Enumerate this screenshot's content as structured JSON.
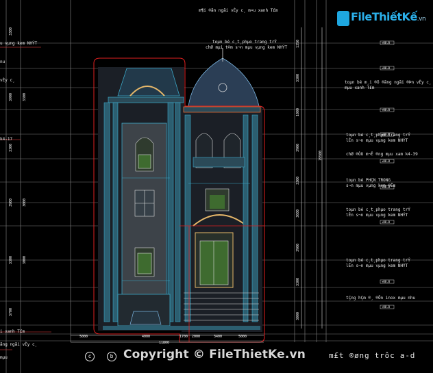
{
  "watermark": {
    "logo_text": "FileThiếtKế",
    "logo_domain": ".vn",
    "copyright": "Copyright © FileThietKe.vn"
  },
  "drawing": {
    "sheet_title": "m£t ®øng trôc a-d",
    "top_note": "m¶i ®ãn ngãi vÈy c¸ m¤u xanh T£m",
    "notes_right": [
      "toµn bé c¸t¸phµo trang trÝ",
      "chØ mµi t©m s¬n mµu vµng kem NHÝT",
      "toµn bé m¸i ®õ ®ãng ngãi ®Þn vÈy c¸",
      "mµu xanh T£m",
      "toµn bé c¸t¸phµo trang trÝ",
      "lÊn s¬n mµu vµng kem NHÝT",
      "chØ ®ÒU m¬Ê ®ng mµu xam k4-39",
      "toµn bé PHÇN TRONG",
      "s¬n mµu vµng kem ®Ëm",
      "toµn bé c¸t¸phµo trang trÝ",
      "lÊn s¬n mµu vµng kem NHÝT",
      "toµn bé c¸t¸phµo trang trÝ",
      "lÊn s¬n mµu vµng kem NHÝT",
      "tÇng hÇm ®¸ ®Õn inox mµu nhu"
    ],
    "notes_left": [
      "u vµng kem NHÝT",
      "nu",
      "vÈy c¸",
      "k4-17",
      "i xanh T£m",
      "ãng ngãi vÈy c¸",
      "mµu"
    ],
    "level_tags": [
      "+00.0",
      "+00.0",
      "+00.0",
      "+00.0",
      "+00.0",
      "+00.0",
      "+00.0",
      "+00.0",
      "+00.0"
    ],
    "left_dims": [
      "3300",
      "3900",
      "3300",
      "3900",
      "3300",
      "3700",
      "3300",
      "3000",
      "3000"
    ],
    "right_dims": [
      "1350",
      "3300",
      "1000",
      "3900",
      "3300",
      "3600",
      "3900",
      "3300",
      "3000"
    ],
    "total_dim": "19500",
    "bottom_dims": [
      "5000",
      "4000",
      "1700",
      "2000",
      "3400",
      "5000"
    ],
    "bottom_total": "11800",
    "axis_labels": [
      "c",
      "b"
    ]
  }
}
